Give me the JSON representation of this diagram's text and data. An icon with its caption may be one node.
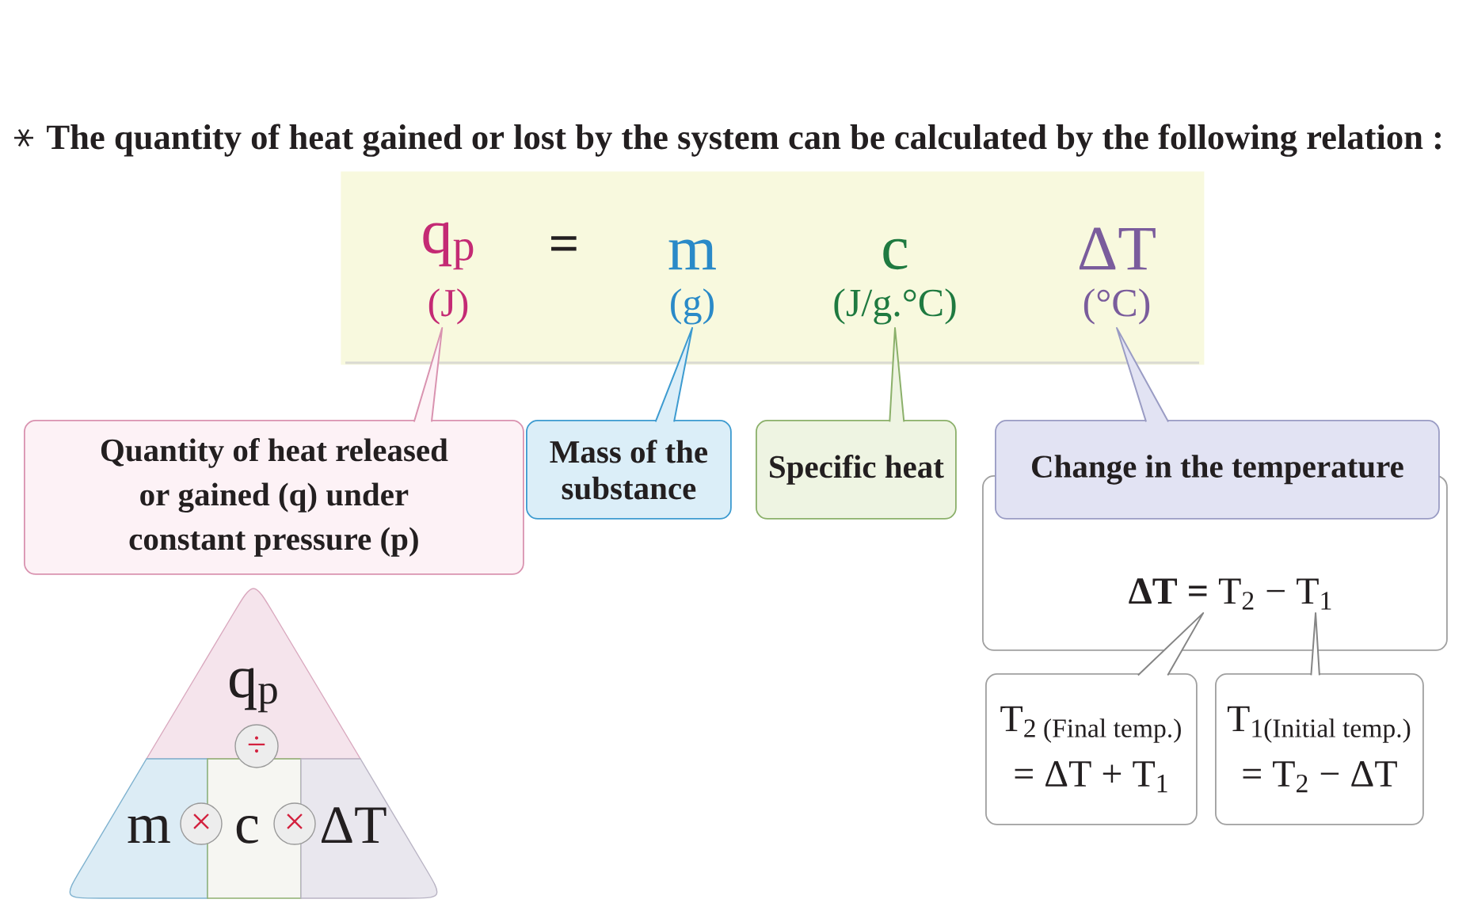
{
  "diagram": {
    "title": "The quantity of heat gained or lost by the system can be calculated by the following relation :",
    "nodes": [
      {
        "text": [
          "="
        ]
      },
      {
        "text": [
          "q$_{p}$",
          "(J)"
        ],
        "in": 0
      },
      {
        "text": [
          "m",
          "(g)"
        ],
        "in": 0
      },
      {
        "text": [
          "c",
          "(J/g.°C)"
        ],
        "in": 0
      },
      {
        "text": [
          "ΔT",
          "(°C)"
        ],
        "in": 0
      },
      {
        "text": [
          "Quantity of heat released or gained (q) under constant pressure (p)"
        ]
      },
      {
        "text": [
          "Mass of the substance"
        ]
      },
      {
        "text": [
          "Specific heat"
        ]
      },
      {
        "text": [
          "Change in the temperature"
        ]
      },
      {
        "text": [],
        "shape": "box"
      },
      {
        "text": [
          "**ΔT =** T$_{2}$ − T$_{1}$"
        ],
        "in": 9
      },
      {
        "text": [
          "T$_{2 (Final temp.)}$",
          "= ΔT + T$_{1}$"
        ]
      },
      {
        "text": [
          "T$_{1(Initial temp.)}$",
          "= T$_{2}$ − ΔT"
        ]
      },
      {
        "text": [
          "q$_{p}$"
        ]
      },
      {
        "text": [
          "÷"
        ]
      },
      {
        "text": [
          "m"
        ]
      },
      {
        "text": [
          "×"
        ]
      },
      {
        "text": [
          "c"
        ]
      },
      {
        "text": [
          "×"
        ]
      },
      {
        "text": [
          "ΔT"
        ]
      }
    ],
    "edges": [
      {
        "from": 5,
        "to": 1,
        "arrow": "none",
        "color": "#d993b0"
      },
      {
        "from": 6,
        "to": 2,
        "arrow": "none",
        "color": "#3d9bd0"
      },
      {
        "from": 7,
        "to": 3,
        "arrow": "none",
        "color": "#8bb06a"
      },
      {
        "from": 8,
        "to": 4,
        "arrow": "none",
        "color": "#9a9cc4"
      },
      {
        "from": 11,
        "to": 10,
        "arrow": "none"
      },
      {
        "from": 12,
        "to": 10,
        "arrow": "none"
      }
    ]
  }
}
